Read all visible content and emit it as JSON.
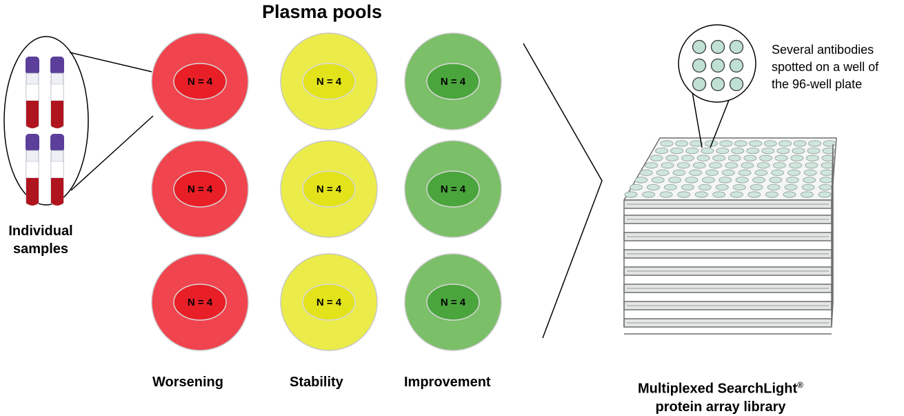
{
  "title": "Plasma pools",
  "samples_label": {
    "line1": "Individual",
    "line2": "samples"
  },
  "groups": [
    {
      "label": "Worsening",
      "color_outer": "#f0444e",
      "color_inner": "#e81f27"
    },
    {
      "label": "Stability",
      "color_outer": "#ebeb4a",
      "color_inner": "#e3e31c"
    },
    {
      "label": "Improvement",
      "color_outer": "#7bbf68",
      "color_inner": "#4aa53c"
    }
  ],
  "pool_label": "N = 4",
  "note": {
    "line1": "Several antibodies",
    "line2": "spotted on a well of",
    "line3": "the 96-well plate"
  },
  "library_label": {
    "line1": "Multiplexed SearchLight",
    "mark": "®",
    "line2": "protein array library"
  },
  "colors": {
    "tube_cap": "#5b3f9a",
    "tube_blood": "#b0141e",
    "well_fill": "#cfe6dc",
    "plate_stroke": "#6e6e6e",
    "spot_fill": "#bfe0d3"
  }
}
